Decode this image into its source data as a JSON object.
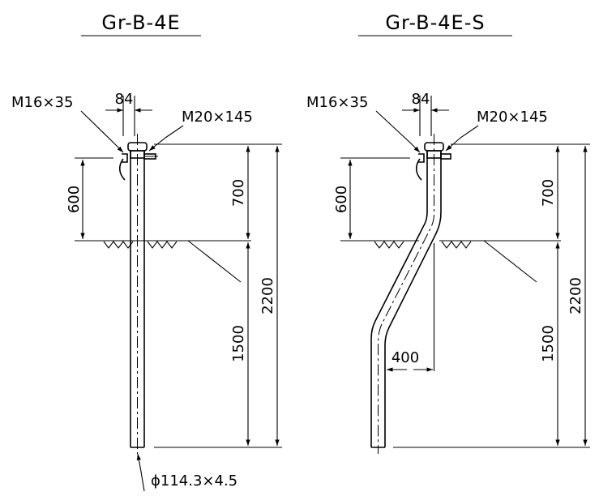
{
  "titles": {
    "left": "Gr-B-4E",
    "right": "Gr-B-4E-S"
  },
  "left_drawing": {
    "bolt_small": "M16×35",
    "width_dim": "84",
    "bolt_large": "M20×145",
    "dim_600": "600",
    "dim_700": "700",
    "dim_2200": "2200",
    "dim_1500": "1500",
    "pipe_spec": "ϕ114.3×4.5"
  },
  "right_drawing": {
    "bolt_small": "M16×35",
    "width_dim": "84",
    "bolt_large": "M20×145",
    "dim_600": "600",
    "dim_700": "700",
    "dim_2200": "2200",
    "dim_1500": "1500",
    "offset_dim": "400"
  }
}
